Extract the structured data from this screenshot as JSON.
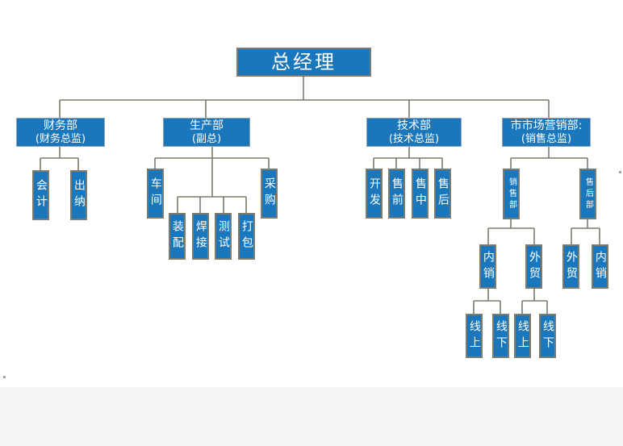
{
  "chart": {
    "ceo": "总经理",
    "departments": [
      {
        "name": "财务部",
        "sub": "(财务总监)"
      },
      {
        "name": "生产部",
        "sub": "(副总)"
      },
      {
        "name": "技术部",
        "sub": "(技术总监)"
      },
      {
        "name": "市市场营销部:",
        "sub": "(销售总监)"
      }
    ],
    "finance_units": [
      "会计",
      "出纳"
    ],
    "production_units": [
      "车间",
      "采购"
    ],
    "workshop_units": [
      "装配",
      "焊接",
      "测试",
      "打包"
    ],
    "tech_units": [
      "开发",
      "售前",
      "售中",
      "售后"
    ],
    "marketing_units": [
      "销售部",
      "售后部"
    ],
    "sales_units": [
      "内销",
      "外贸"
    ],
    "aftersales_units": [
      "外贸",
      "内销"
    ],
    "channel_units": [
      "线上",
      "线下",
      "线上",
      "线下"
    ]
  },
  "colors": {
    "box_fill": "#1a77bb",
    "box_border": "#7d7a6f",
    "connector": "#7d7a6f"
  }
}
